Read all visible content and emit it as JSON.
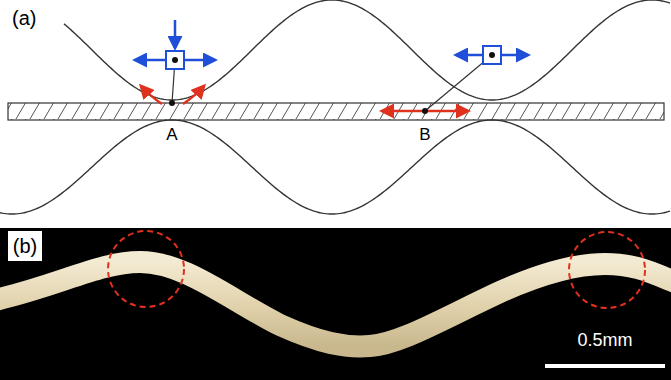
{
  "diagram": {
    "labels": [
      "(a)",
      "A",
      "B",
      "(b)",
      "0.5mm"
    ]
  }
}
